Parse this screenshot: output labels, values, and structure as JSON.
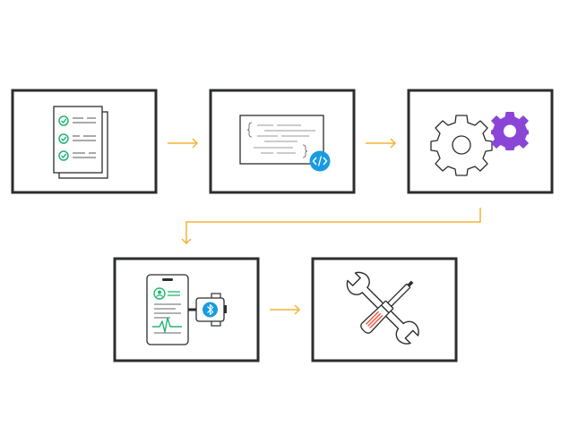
{
  "diagram": {
    "steps": [
      {
        "id": "requirements",
        "icon": "checklist-document-icon"
      },
      {
        "id": "code",
        "icon": "code-document-icon"
      },
      {
        "id": "configure",
        "icon": "gears-icon"
      },
      {
        "id": "device-pairing",
        "icon": "phone-watch-bluetooth-icon"
      },
      {
        "id": "maintenance",
        "icon": "wrench-screwdriver-icon"
      }
    ],
    "flow": [
      "requirements",
      "code",
      "configure",
      "device-pairing",
      "maintenance"
    ]
  },
  "colors": {
    "frame": "#2b2e2d",
    "arrow": "#f5b335",
    "check": "#22b573",
    "blue": "#1a9be0",
    "purple": "#8b45d6",
    "red": "#ef5a47",
    "line": "#555555",
    "light_line": "#9a9a9a"
  }
}
